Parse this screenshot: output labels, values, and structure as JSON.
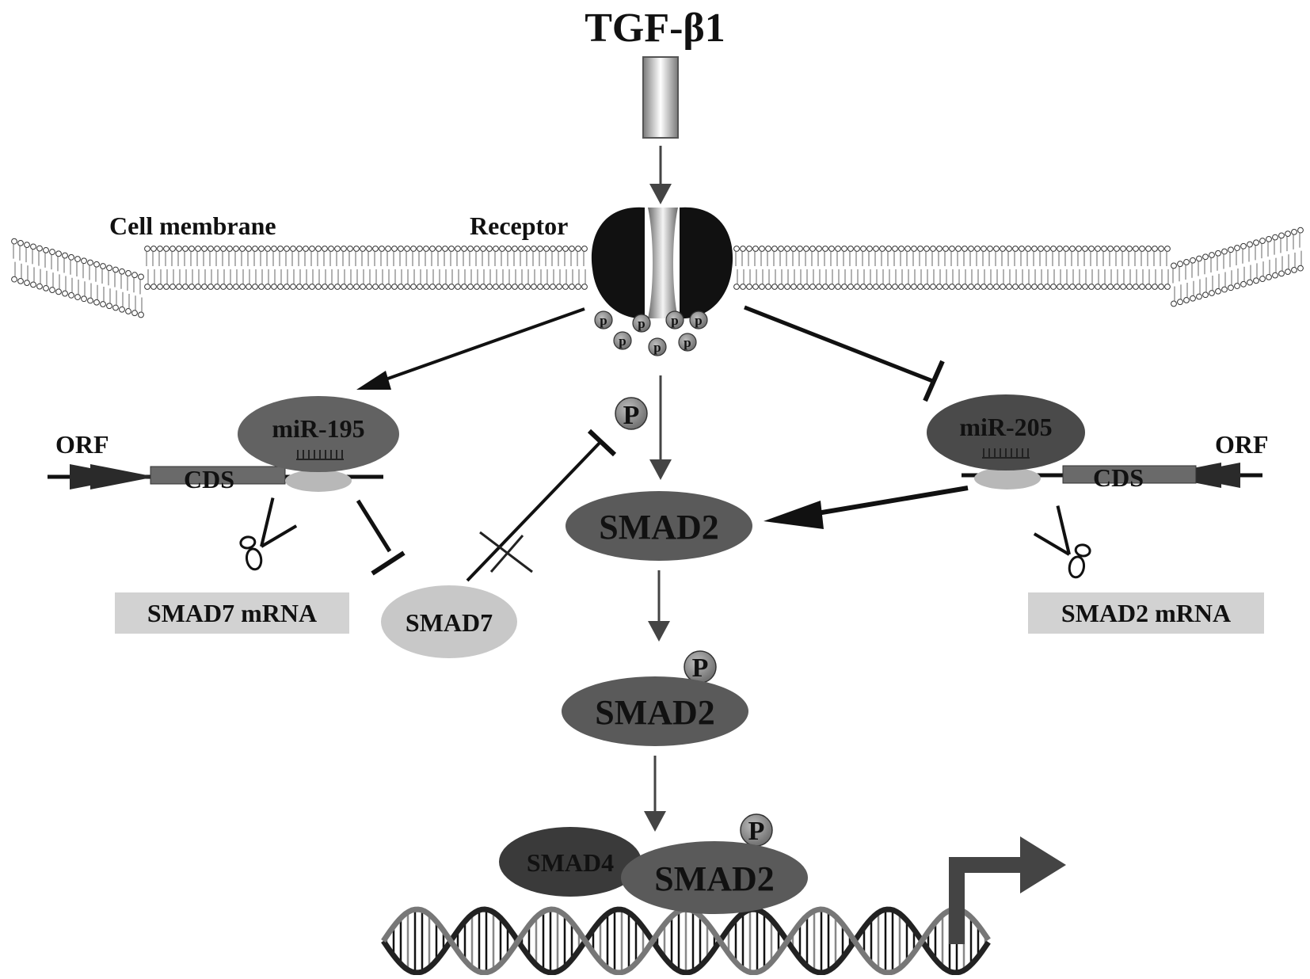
{
  "ligand": "TGF-β1",
  "membrane_label": "Cell membrane",
  "receptor_label": "Receptor",
  "phospho_label": "P",
  "receptor_phospho_label": "p",
  "mir_left": "miR-195",
  "mir_right": "miR-205",
  "orf_left": "ORF",
  "orf_right": "ORF",
  "cds_left": "CDS",
  "cds_right": "CDS",
  "smad7_mrna": "SMAD7 mRNA",
  "smad2_mrna": "SMAD2 mRNA",
  "smad7": "SMAD7",
  "smad2_top": "SMAD2",
  "smad2_mid": "SMAD2",
  "smad2_bottom": "SMAD2",
  "smad4": "SMAD4",
  "colors": {
    "receptor": "#111111",
    "smad2": "#5a5a5a",
    "smad4": "#3a3a3a",
    "smad7": "#c8c8c8",
    "mir": "#626262",
    "mrna_box": "#d2d2d2",
    "arrow": "#444444",
    "inhibit": "#111111"
  }
}
